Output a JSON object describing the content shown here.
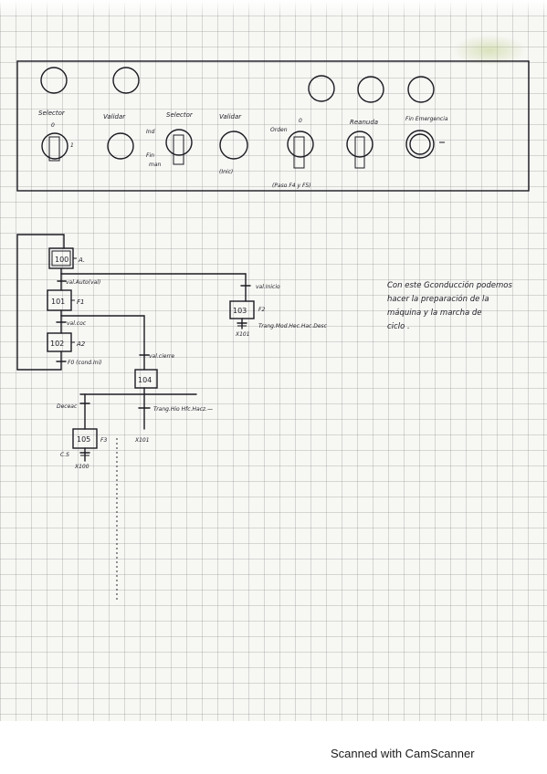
{
  "panel": {
    "switches": [
      {
        "label": "Selector",
        "extra": "0",
        "side": "1"
      },
      {
        "label": "Validar"
      },
      {
        "label": "Selector",
        "left": "Ind",
        "bottom": "Fin\nman"
      },
      {
        "label": "Validar",
        "bottom": "(Inic)"
      },
      {
        "label": "Orden",
        "extra": "0",
        "bottom": "(Paso F4 y F5)"
      },
      {
        "label": "Reanuda"
      },
      {
        "label": "Fin Emergencia"
      }
    ]
  },
  "grafcet": {
    "steps": {
      "s100": "100",
      "s101": "101",
      "s102": "102",
      "s103": "103",
      "s104": "104",
      "s105": "105"
    },
    "actions": {
      "a100": "A.",
      "a101": "F1",
      "a102": "A2",
      "a103": "F2",
      "a105": "F3"
    },
    "transitions": {
      "t1": "val.Auto(val)",
      "t2": "val.Inicio",
      "t3": "val.coc",
      "t4": "Trang.Mod.Hec.Hac.Desc",
      "t5": "F0 (cond.Ini)",
      "t6": "val.cierre",
      "t7": "Trang.Hio Hfc.Hacz.—",
      "t8": "Deceac",
      "t9": "C.S"
    },
    "jumps": {
      "j1": "X101",
      "j2": "X101",
      "j3": "X100"
    }
  },
  "note": {
    "lines": [
      "Con este Gconducción podemos",
      "hacer la preparación de la",
      "máquina y la marcha de",
      "ciclo ."
    ]
  },
  "footer": {
    "text": "Scanned with CamScanner"
  }
}
